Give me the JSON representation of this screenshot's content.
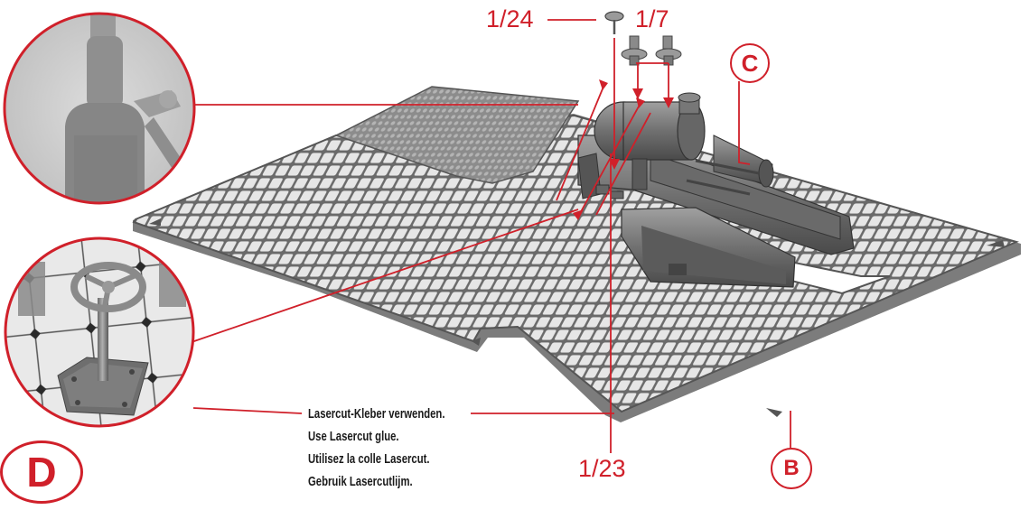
{
  "callouts": {
    "part_1_24": "1/24",
    "part_1_7": "1/7",
    "part_1_23": "1/23",
    "letter_c": "C",
    "letter_b": "B",
    "letter_d": "D"
  },
  "instruction": {
    "de": "Lasercut-Kleber verwenden.",
    "en": "Use Lasercut glue.",
    "fr": "Utilisez la colle Lasercut.",
    "nl": "Gebruik Lasercutlijm."
  },
  "colors": {
    "accent_red": "#d0202a",
    "model_gray": "#7a7a7a",
    "floor_tile": "#e4e4e4",
    "grout": "#6a6a6a"
  }
}
